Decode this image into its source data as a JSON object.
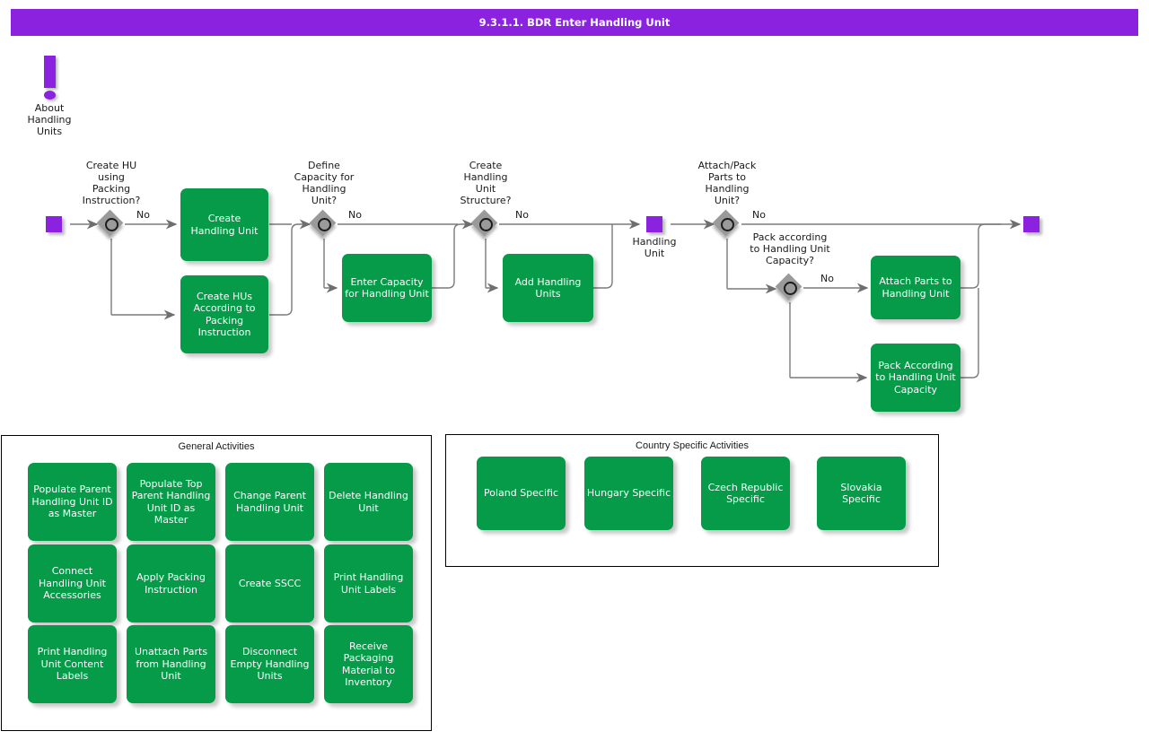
{
  "header": {
    "title": "9.3.1.1. BDR Enter Handling Unit",
    "bar_color": "#8A22E0"
  },
  "palette": {
    "accent_purple": "#8A22E0",
    "task_green": "#059B49",
    "gateway_gray": "#9A9A9A",
    "connector_gray": "#7A7A7A",
    "text_dark": "#1A1A1A"
  },
  "note": {
    "icon": "exclamation-icon",
    "label": "About\nHandling\nUnits"
  },
  "events": [
    {
      "id": "start",
      "name": "start-event",
      "label": ""
    },
    {
      "id": "handling-unit",
      "name": "intermediate-event-handling-unit",
      "label": "Handling\nUnit"
    },
    {
      "id": "end",
      "name": "end-event",
      "label": ""
    }
  ],
  "gateways": [
    {
      "id": "gw1",
      "label": "Create HU\nusing\nPacking\nInstruction?",
      "flow_label": "No"
    },
    {
      "id": "gw2",
      "label": "Define\nCapacity for\nHandling\nUnit?",
      "flow_label": "No"
    },
    {
      "id": "gw3",
      "label": "Create\nHandling\nUnit\nStructure?",
      "flow_label": "No"
    },
    {
      "id": "gw4",
      "label": "Attach/Pack\nParts to\nHandling\nUnit?",
      "flow_label": "No"
    },
    {
      "id": "gw5",
      "label": "Pack according\nto Handling Unit\nCapacity?",
      "flow_label": "No"
    }
  ],
  "flow_tasks": [
    {
      "id": "t1",
      "label": "Create\nHandling Unit"
    },
    {
      "id": "t2",
      "label": "Create HUs\nAccording to\nPacking\nInstruction"
    },
    {
      "id": "t3",
      "label": "Enter Capacity\nfor Handling Unit"
    },
    {
      "id": "t4",
      "label": "Add Handling\nUnits"
    },
    {
      "id": "t5",
      "label": "Attach Parts to\nHandling Unit"
    },
    {
      "id": "t6",
      "label": "Pack According\nto Handling Unit\nCapacity"
    }
  ],
  "general_activities": {
    "title": "General Activities",
    "items": [
      {
        "label": "Populate Parent\nHandling Unit ID\nas Master"
      },
      {
        "label": "Populate Top\nParent Handling\nUnit ID as\nMaster"
      },
      {
        "label": "Change Parent\nHandling Unit"
      },
      {
        "label": "Delete Handling\nUnit"
      },
      {
        "label": "Connect\nHandling Unit\nAccessories"
      },
      {
        "label": "Apply Packing\nInstruction"
      },
      {
        "label": "Create SSCC"
      },
      {
        "label": "Print Handling\nUnit Labels"
      },
      {
        "label": "Print Handling\nUnit Content\nLabels"
      },
      {
        "label": "Unattach Parts\nfrom Handling\nUnit"
      },
      {
        "label": "Disconnect\nEmpty Handling\nUnits"
      },
      {
        "label": "Receive\nPackaging\nMaterial to\nInventory"
      }
    ]
  },
  "country_activities": {
    "title": "Country Specific Activities",
    "items": [
      {
        "label": "Poland Specific"
      },
      {
        "label": "Hungary Specific"
      },
      {
        "label": "Czech Republic\nSpecific"
      },
      {
        "label": "Slovakia\nSpecific"
      }
    ]
  }
}
